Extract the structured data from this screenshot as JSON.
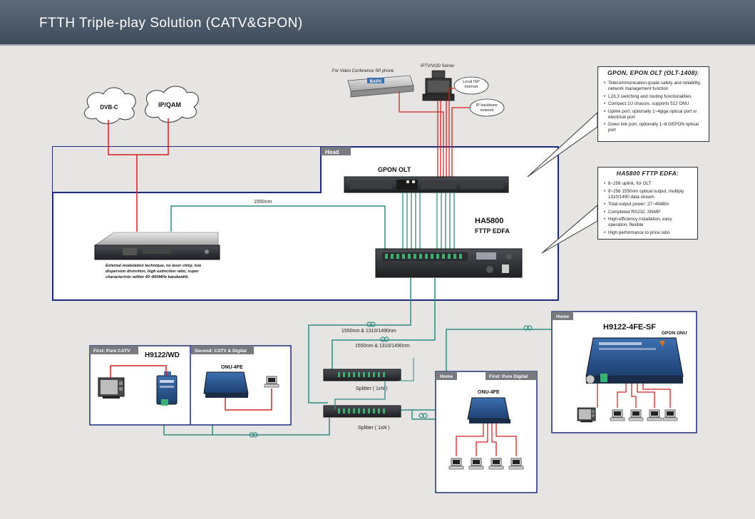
{
  "title": "FTTH Triple-play Solution (CATV&GPON)",
  "labels": {
    "dvbc": "DVB-C",
    "ipqam": "IP/QAM",
    "video_conf": "For Video Conference SP phone",
    "bapx": "BAPX",
    "iptv_server": "IPTV/VOD Server",
    "local_isp": "Local ISP Internet",
    "ip_backbone": "IP backbone network",
    "head": "Head",
    "gpon_olt": "GPON OLT",
    "ha5800": "HA5800",
    "fttp_edfa": "FTTP EDFA",
    "nm1550": "1550nm",
    "transmitter_note": "External modulation technique, no laser chirp, low dispersion distortion, high extinction ratio, super characteristic within 40~860MHz bandwidth.",
    "wave1": "1550nm & 1310/1490nm",
    "wave2": "1550nm & 1310/1490nm",
    "splitter1": "Splitter ( 1xN )",
    "splitter2": "Splitter ( 1xN )",
    "first_catv": "First: Pure CATV",
    "h9122wd": "H9122/WD",
    "second_catv": "Second: CATV & Digital",
    "onu4fe_a": "ONU-4FE",
    "home_a": "Home",
    "first_digital": "First: Pure Digital",
    "onu4fe_b": "ONU-4FE",
    "home_b": "Home",
    "h9122_4fe": "H9122-4FE-SF",
    "gpon_onu": "GPON ONU"
  },
  "callouts": {
    "olt": {
      "title": "GPON, EPON OLT (OLT-1408):",
      "items": [
        "Telecommunication-grade safety and reliability, network management function",
        "L2/L3 switching and routing functionalities",
        "Compact 1U chassis, supports 512 ONU",
        "Uplink port: optionally 1~4giga optical port or electrical port",
        "Down link port, optionally 1~8 GEPON optical port"
      ]
    },
    "edfa": {
      "title": "HA5800 FTTP EDFA:",
      "items": [
        "8~256 uplink, for OLT",
        "8~256 1550nm optical output, multiply 1310/1490 data stream",
        "Total output power: 27~49dBm",
        "Completed RS232, SNMP",
        "High-efficiency installation, easy operation, flexible",
        "High performance to price ratio"
      ]
    }
  },
  "colors": {
    "red_line": "#d22020",
    "teal_line": "#2e8b7e",
    "frame": "#1c2a7a",
    "device": "#2b2d30"
  }
}
